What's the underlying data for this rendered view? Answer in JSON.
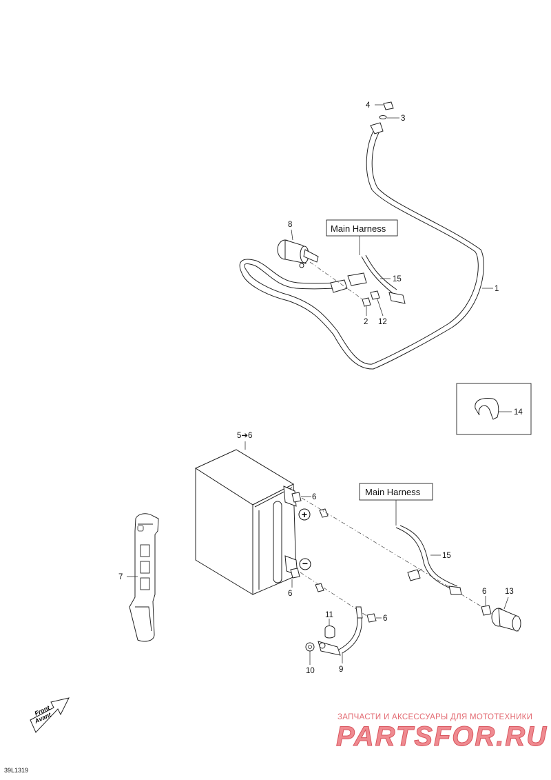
{
  "labels": {
    "main_harness_top": "Main Harness",
    "main_harness_bottom": "Main Harness",
    "n1": "1",
    "n2": "2",
    "n3": "3",
    "n4": "4",
    "n5": "5➔6",
    "n6a": "6",
    "n6b": "6",
    "n6c": "6",
    "n6d": "6",
    "n7": "7",
    "n8": "8",
    "n9": "9",
    "n10": "10",
    "n11": "11",
    "n12": "12",
    "n13": "13",
    "n14": "14",
    "n15a": "15",
    "n15b": "15",
    "plus_sign": "+",
    "minus_sign": "−"
  },
  "front_arrow": {
    "line1": "Front",
    "line2": "Avant"
  },
  "watermark": {
    "line1": "ЗАПЧАСТИ И АКСЕССУАРЫ ДЛЯ МОТОТЕХНИКИ",
    "line2": "PARTSFOR.RU"
  },
  "figure_ref": "39L1319"
}
